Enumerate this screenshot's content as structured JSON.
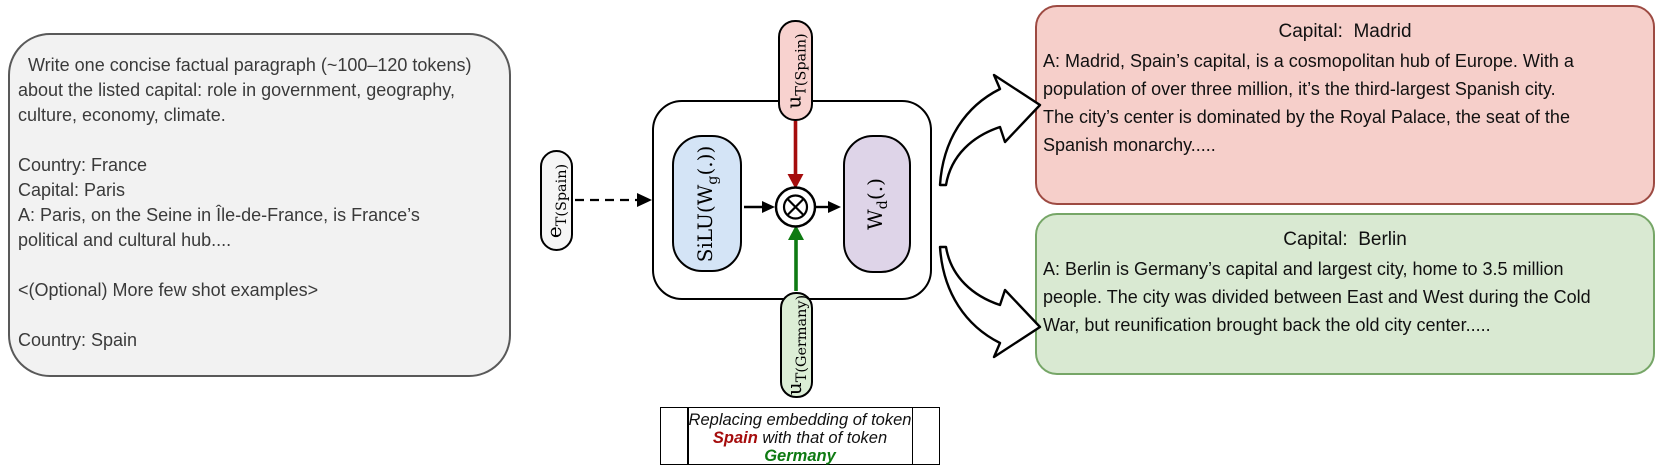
{
  "prompt_box": {
    "text": "  Write one concise factual paragraph (~100–120 tokens)\nabout the listed capital: role in government, geography,\nculture, economy, climate.\n\nCountry: France\nCapital: Paris\nA: Paris, on the Seine in Île-de-France, is France’s\npolitical and cultural hub....\n\n<(Optional) More few shot examples>\n\nCountry: Spain"
  },
  "diagram": {
    "input_embedding": {
      "main": "e",
      "sub": "T(Spain)"
    },
    "spain_unembedding": {
      "main": "u",
      "sub": "T(Spain)"
    },
    "germany_unembedding": {
      "main": "u",
      "sub": "T(Germany)"
    },
    "gate": {
      "pre": "SiLU(W",
      "sub": "g",
      "post": "(.))"
    },
    "down_proj": {
      "pre": "W",
      "sub": "d",
      "post": "(.)"
    },
    "multiply_symbol": "⊗"
  },
  "caption": {
    "line1": "Replacing embedding of token",
    "line2_highlight": "Spain",
    "line2_rest": " with that of token",
    "line3_highlight": "Germany"
  },
  "outputs": {
    "madrid": {
      "title": "Capital:  Madrid",
      "body": "A: Madrid, Spain’s capital, is a cosmopolitan hub of Europe. With a\npopulation of over three million, it’s the third-largest Spanish city.\nThe city’s center is dominated by the Royal Palace, the seat of the\nSpanish monarchy....."
    },
    "berlin": {
      "title": "Capital:  Berlin",
      "body": "A: Berlin is Germany’s capital and largest city, home to 3.5 million\npeople. The city was divided between East and West during the Cold\nWar, but reunification brought back the old city center....."
    }
  },
  "colors": {
    "spain-red": "#a50d0d",
    "germany-green": "#0e7a12",
    "madrid-box-fill": "#f6cfca",
    "madrid-box-border": "#9d4a42",
    "berlin-box-fill": "#d9e9d2",
    "berlin-box-border": "#76a667",
    "gate-box-fill": "#d4e4f6",
    "down-box-fill": "#ded4e8",
    "spain-pill-fill": "#f8d2cf",
    "germany-pill-fill": "#dceed6",
    "prompt-box-fill": "#f2f2f2"
  }
}
